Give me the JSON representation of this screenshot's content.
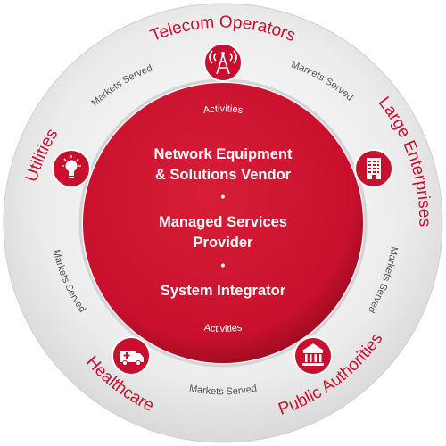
{
  "colors": {
    "red": "#c8102e",
    "red_dark": "#a50d23",
    "ring": "#e6e6e6",
    "ring_edge": "#cfcfcf",
    "white": "#ffffff",
    "small_text": "#555555"
  },
  "center": {
    "activities_top": "Activities",
    "activities_bottom": "Activities",
    "items": [
      {
        "line1": "Network Equipment",
        "line2": "& Solutions Vendor"
      },
      {
        "line1": "Managed Services",
        "line2": "Provider"
      },
      {
        "line1": "System Integrator",
        "line2": ""
      }
    ],
    "bullet": "•"
  },
  "segments": [
    {
      "label": "Telecom Operators",
      "icon": "cell-tower-icon"
    },
    {
      "label": "Large Enterprises",
      "icon": "office-building-icon"
    },
    {
      "label": "Public Authorities",
      "icon": "government-building-icon"
    },
    {
      "label": "Healthcare",
      "icon": "ambulance-icon"
    },
    {
      "label": "Utilities",
      "icon": "light-bulb-icon"
    }
  ],
  "markets_served": [
    "Markets Served",
    "Markets Served",
    "Markets Served",
    "Markets Served",
    "Markets Served"
  ]
}
